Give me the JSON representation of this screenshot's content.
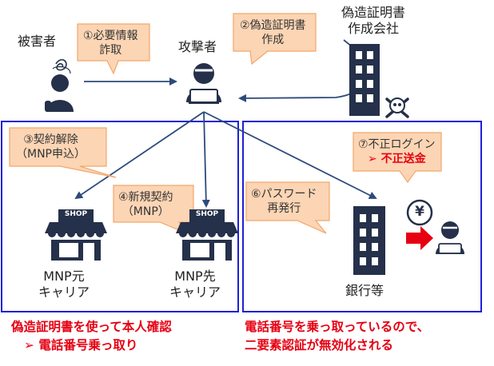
{
  "actors": {
    "victim": "被害者",
    "attacker": "攻撃者",
    "forger_line1": "偽造証明書",
    "forger_line2": "作成会社",
    "mnp_src_line1": "MNP元",
    "mnp_src_line2": "キャリア",
    "mnp_dst_line1": "MNP先",
    "mnp_dst_line2": "キャリア",
    "bank": "銀行等",
    "shop_sign": "SHOP",
    "yen": "¥"
  },
  "steps": {
    "s1_line1": "①必要情報",
    "s1_line2": "詐取",
    "s2_line1": "②偽造証明書",
    "s2_line2": "作成",
    "s3_line1": "③契約解除",
    "s3_line2": "（MNP申込）",
    "s4_line1": "④新規契約",
    "s4_line2": "（MNP）",
    "s6_line1": "⑥パスワード",
    "s6_line2": "再発行",
    "s7_line1": "⑦不正ログイン",
    "s7_line2": "➢ 不正送金"
  },
  "notes": {
    "left_line1": "偽造証明書を使って本人確認",
    "left_line2": "➢ 電話番号乗っ取り",
    "right_line1": "電話番号を乗っ取っているので、",
    "right_line2": "二要素認証が無効化される"
  },
  "colors": {
    "callout_fill": "#fcd5b4",
    "callout_stroke": "#f2a66b",
    "box_border": "#1f1fd6",
    "icon_dark": "#25304a",
    "arrow": "#2d4a7a",
    "alert": "#e60012"
  }
}
